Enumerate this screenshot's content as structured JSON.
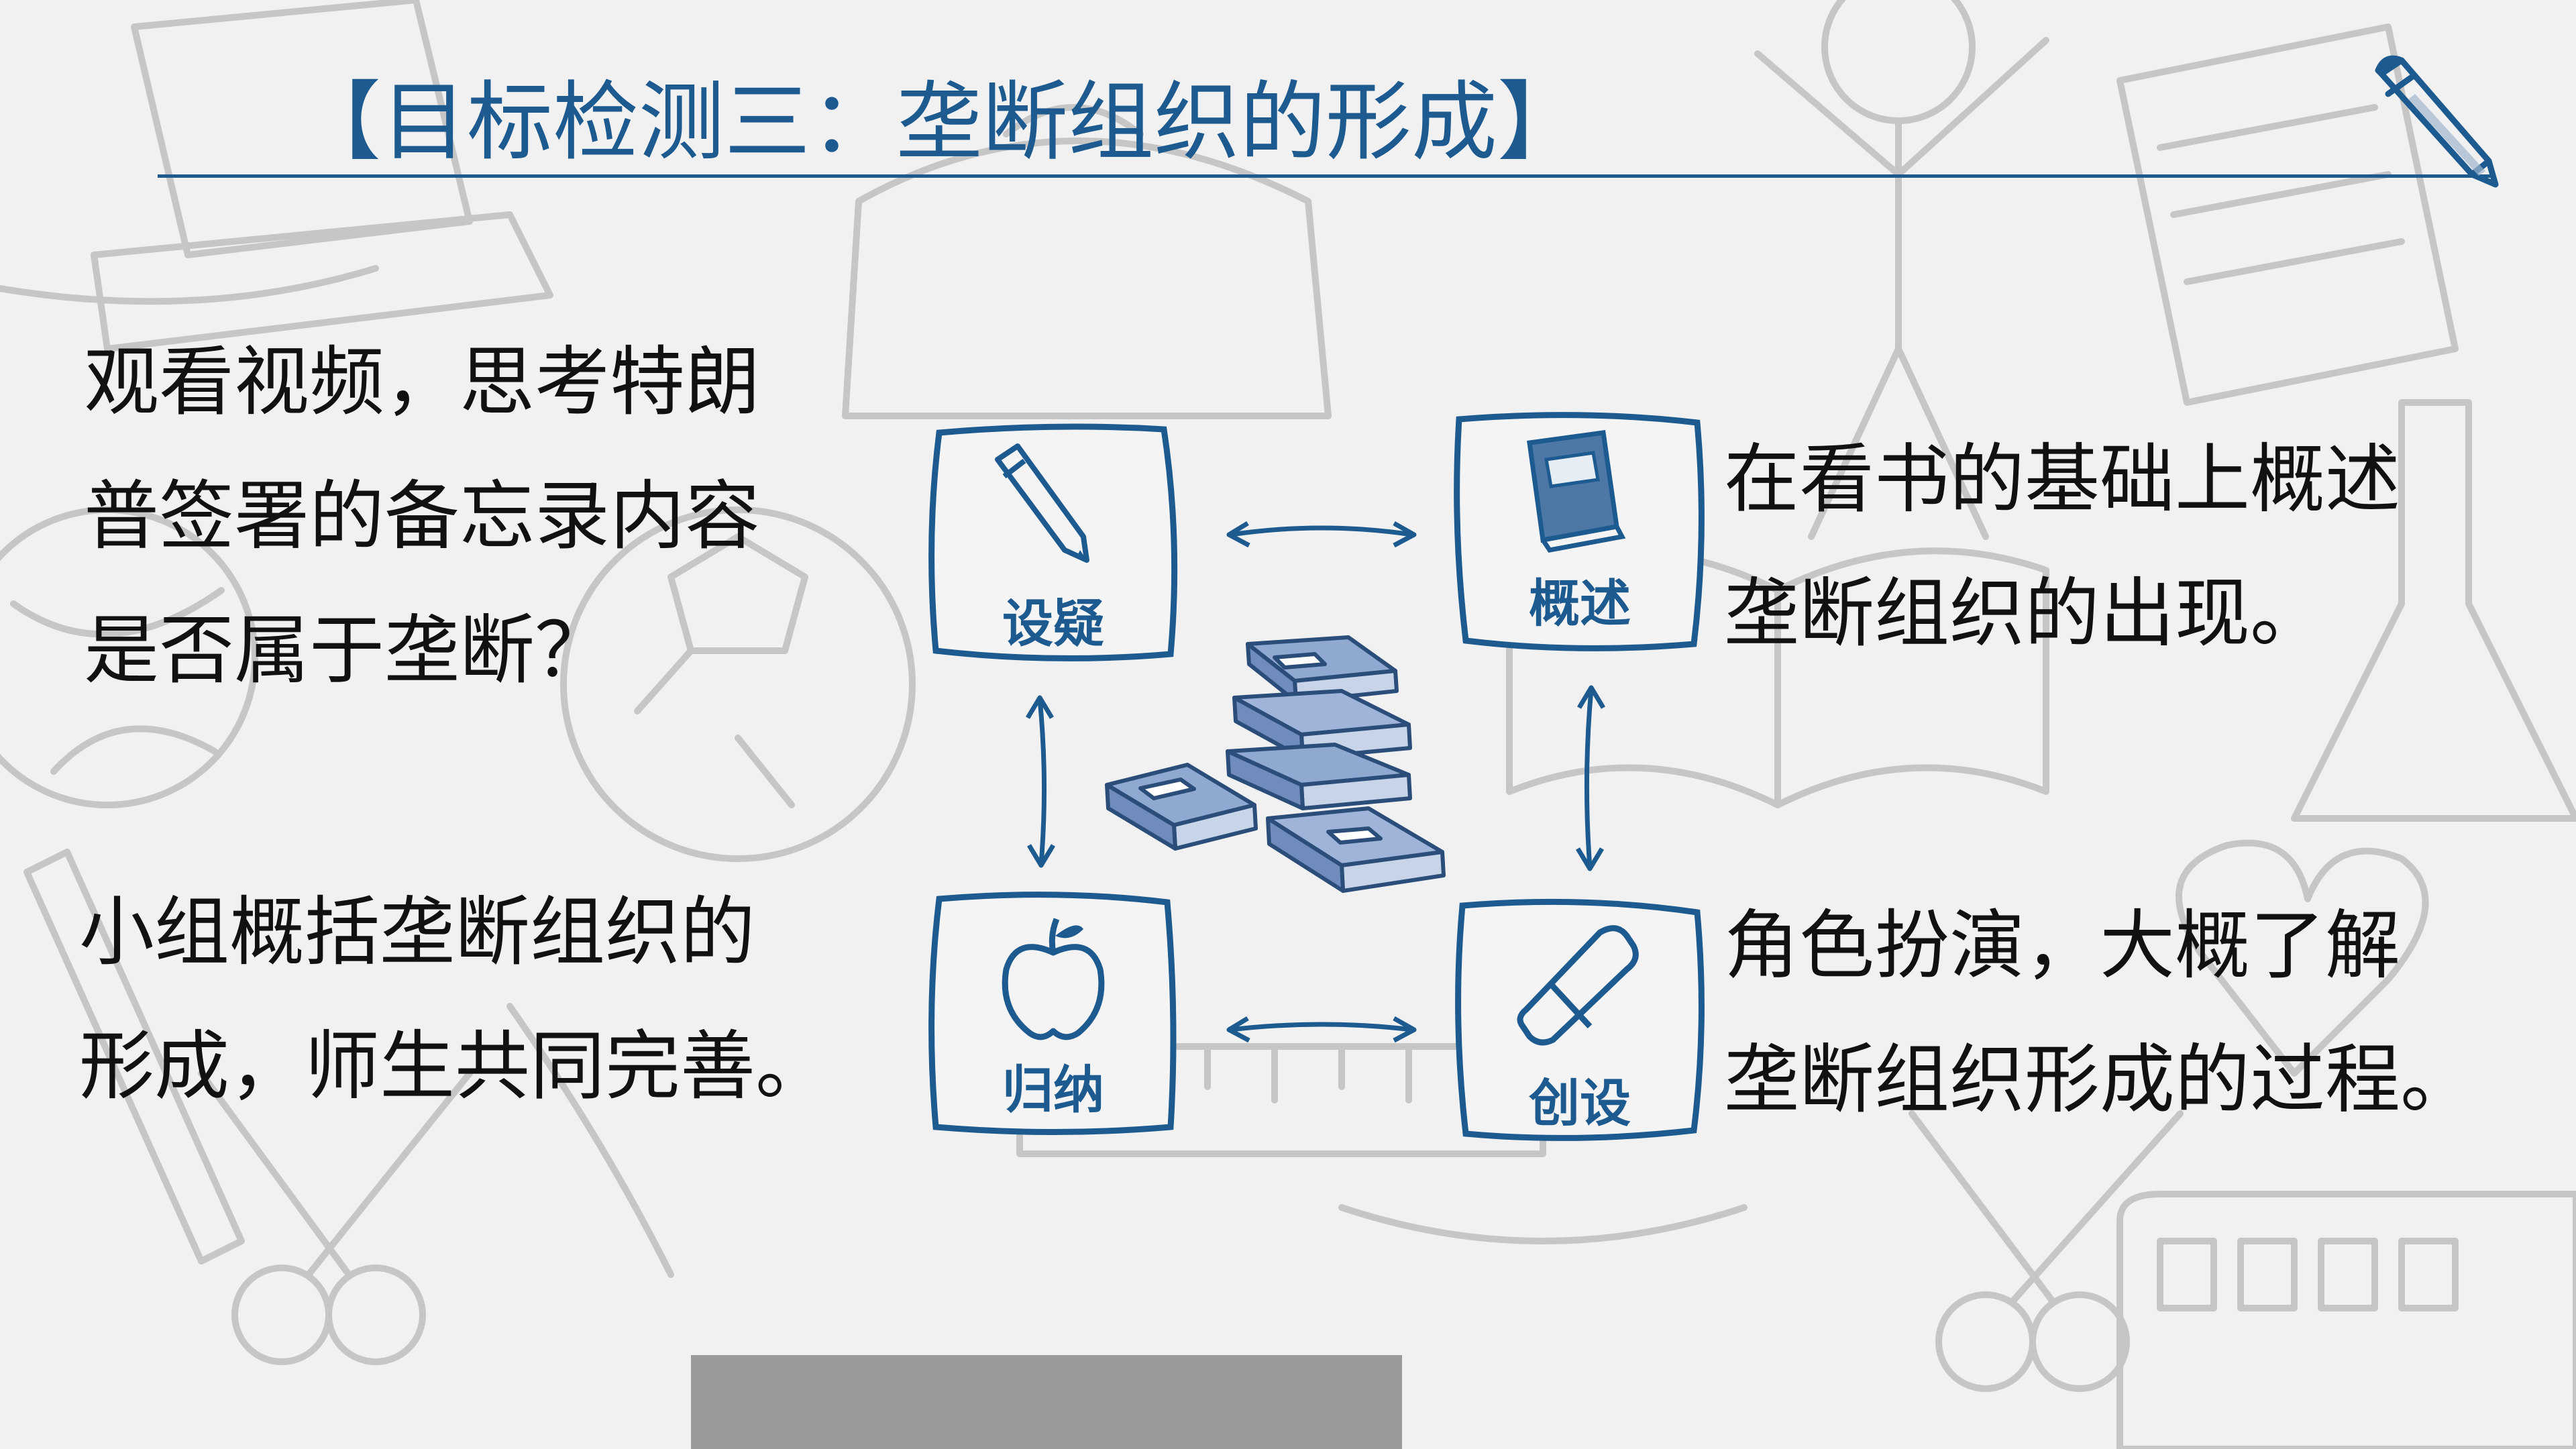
{
  "title": "【目标检测三：垄断组织的形成】",
  "left_top": {
    "lines": [
      "观看视频，思考特朗",
      "普签署的备忘录内容",
      "是否属于垄断？"
    ]
  },
  "left_bottom": {
    "lines": [
      "小组概括垄断组织的",
      "形成，师生共同完善。"
    ]
  },
  "right_top": {
    "lines": [
      "在看书的基础上概述",
      "垄断组织的出现。"
    ]
  },
  "right_bottom": {
    "lines": [
      "角色扮演，大概了解",
      "垄断组织形成的过程。"
    ]
  },
  "steps": {
    "question": {
      "label": "设疑",
      "icon": "pencil-icon"
    },
    "summary": {
      "label": "概述",
      "icon": "book-icon"
    },
    "induce": {
      "label": "归纳",
      "icon": "apple-icon"
    },
    "create": {
      "label": "创设",
      "icon": "eraser-icon"
    }
  },
  "colors": {
    "accent": "#1c5a8f",
    "text": "#111111",
    "doodle": "#c9c9c9",
    "background": "#f1f1f1"
  }
}
